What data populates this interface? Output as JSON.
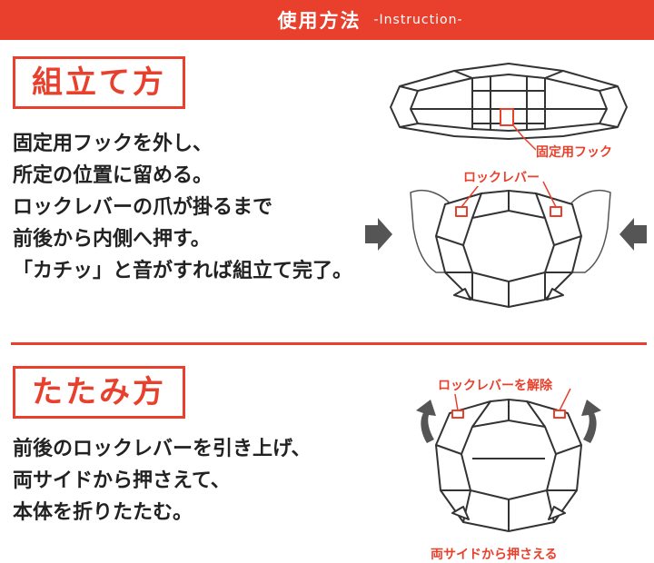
{
  "header": {
    "title": "使用方法",
    "subtitle": "-Instruction-"
  },
  "assembly": {
    "label": "組立て方",
    "lines": [
      "固定用フックを外し、",
      "所定の位置に留める。",
      "ロックレバーの爪が掛るまで",
      "前後から内側へ押す。",
      "「カチッ」と音がすれば組立て完了。"
    ],
    "callout_hook": "固定用フック",
    "callout_lever": "ロックレバー"
  },
  "folding": {
    "label": "たたみ方",
    "lines": [
      "前後のロックレバーを引き上げ、",
      "両サイドから押さえて、",
      "本体を折りたたむ。"
    ],
    "callout_release": "ロックレバーを解除",
    "callout_press": "両サイドから押さえる"
  },
  "colors": {
    "accent": "#e8402c",
    "text": "#222222",
    "line_art": "#333333"
  }
}
